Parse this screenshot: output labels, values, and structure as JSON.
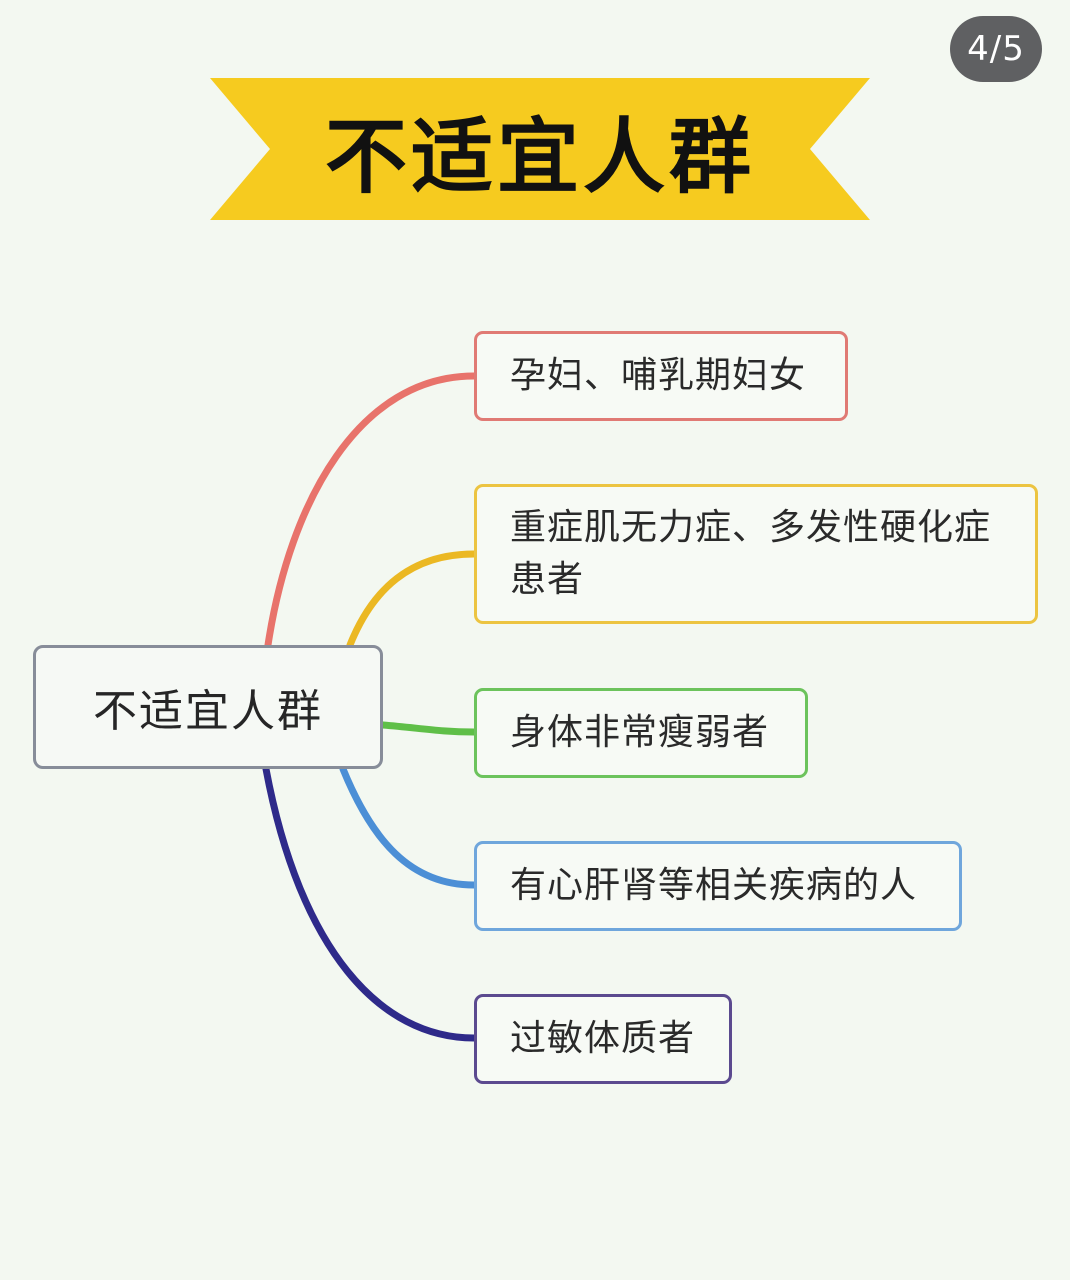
{
  "page_counter": "4/5",
  "banner": {
    "title": "不适宜人群",
    "color": "#f6cb1f"
  },
  "mindmap": {
    "root": {
      "label": "不适宜人群"
    },
    "branches": [
      {
        "label": "孕妇、哺乳期妇女",
        "color": "#e8736b"
      },
      {
        "label": "重症肌无力症、多发性硬化症患者",
        "color": "#ebb823"
      },
      {
        "label": "身体非常瘦弱者",
        "color": "#5fbf48"
      },
      {
        "label": "有心肝肾等相关疾病的人",
        "color": "#4c8fd6"
      },
      {
        "label": "过敏体质者",
        "color": "#2e2a8a"
      }
    ]
  }
}
